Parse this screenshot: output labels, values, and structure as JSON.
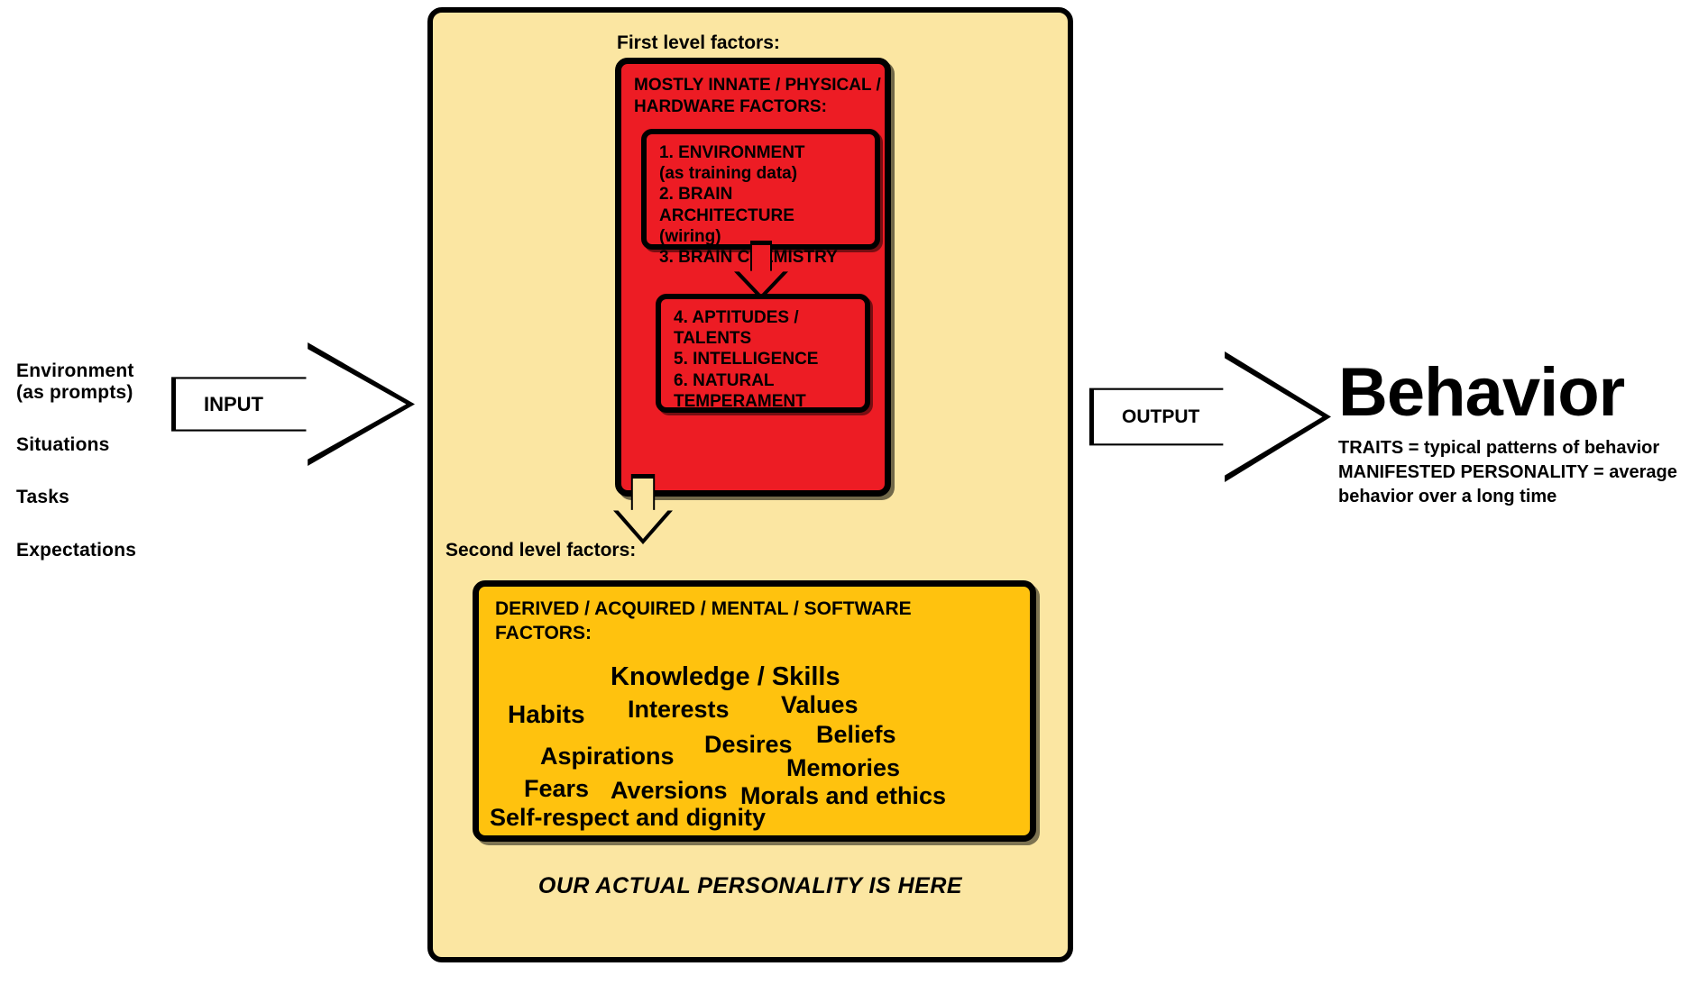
{
  "input": {
    "labels": [
      "Environment\n(as prompts)",
      "Situations",
      "Tasks",
      "Expectations"
    ],
    "arrow_label": "INPUT"
  },
  "personality": {
    "first_level_caption": "First level factors:",
    "first_level": {
      "title": "MOSTLY INNATE / PHYSICAL / HARDWARE FACTORS:",
      "hardware_items": [
        "1. ENVIRONMENT\n(as training data)",
        "2. BRAIN ARCHITECTURE\n(wiring)",
        "3. BRAIN CHEMISTRY"
      ],
      "derived_items": [
        "4. APTITUDES /\nTALENTS",
        "5. INTELLIGENCE",
        "6. NATURAL\nTEMPERAMENT"
      ]
    },
    "second_level_caption": "Second level factors:",
    "second_level": {
      "title": "DERIVED / ACQUIRED / MENTAL / SOFTWARE\nFACTORS:",
      "words": [
        "Knowledge / Skills",
        "Habits",
        "Interests",
        "Values",
        "Beliefs",
        "Desires",
        "Aspirations",
        "Memories",
        "Fears",
        "Aversions",
        "Morals and ethics",
        "Self-respect and dignity"
      ]
    },
    "footer_note": "OUR ACTUAL PERSONALITY IS HERE"
  },
  "output": {
    "arrow_label": "OUTPUT",
    "title": "Behavior",
    "notes": "TRAITS = typical patterns of behavior\nMANIFESTED PERSONALITY = average\nbehavior over a long time"
  },
  "colors": {
    "canvas": "#FFFFFF",
    "container_fill": "#FBE6A2",
    "first_level_fill": "#ED1C24",
    "second_level_fill": "#FFC20E",
    "outline": "#000000"
  }
}
